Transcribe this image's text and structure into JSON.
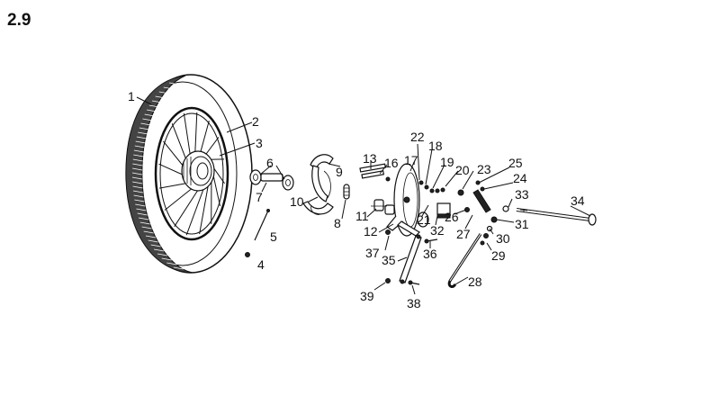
{
  "figure_number": "2.9",
  "callouts": [
    {
      "id": "1",
      "text": "1"
    },
    {
      "id": "2",
      "text": "2"
    },
    {
      "id": "3",
      "text": "3"
    },
    {
      "id": "4",
      "text": "4"
    },
    {
      "id": "5",
      "text": "5"
    },
    {
      "id": "6",
      "text": "6"
    },
    {
      "id": "7",
      "text": "7"
    },
    {
      "id": "8",
      "text": "8"
    },
    {
      "id": "9",
      "text": "9"
    },
    {
      "id": "10",
      "text": "10"
    },
    {
      "id": "11",
      "text": "11"
    },
    {
      "id": "12",
      "text": "12"
    },
    {
      "id": "13",
      "text": "13"
    },
    {
      "id": "16",
      "text": "16"
    },
    {
      "id": "17",
      "text": "17"
    },
    {
      "id": "18",
      "text": "18"
    },
    {
      "id": "19",
      "text": "19"
    },
    {
      "id": "20",
      "text": "20"
    },
    {
      "id": "21",
      "text": "21"
    },
    {
      "id": "22",
      "text": "22"
    },
    {
      "id": "23",
      "text": "23"
    },
    {
      "id": "24",
      "text": "24"
    },
    {
      "id": "25",
      "text": "25"
    },
    {
      "id": "26",
      "text": "26"
    },
    {
      "id": "27",
      "text": "27"
    },
    {
      "id": "28",
      "text": "28"
    },
    {
      "id": "29",
      "text": "29"
    },
    {
      "id": "30",
      "text": "30"
    },
    {
      "id": "31",
      "text": "31"
    },
    {
      "id": "32",
      "text": "32"
    },
    {
      "id": "33",
      "text": "33"
    },
    {
      "id": "34",
      "text": "34"
    },
    {
      "id": "35",
      "text": "35"
    },
    {
      "id": "36",
      "text": "36"
    },
    {
      "id": "37",
      "text": "37"
    },
    {
      "id": "38",
      "text": "38"
    },
    {
      "id": "39",
      "text": "39"
    }
  ]
}
